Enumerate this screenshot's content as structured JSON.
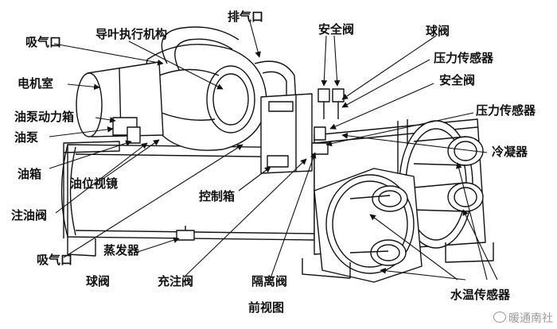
{
  "labels": {
    "intake_top": "吸气口",
    "motor_room": "电机室",
    "oil_pump_power_box": "油泵动力箱",
    "oil_pump": "油泵",
    "oil_tank": "油箱",
    "oil_fill_valve": "注油阀",
    "intake_bottom": "吸气口",
    "guide_vane_actuator": "导叶执行机构",
    "oil_sight_glass": "油位视镜",
    "exhaust_port": "排气口",
    "control_box": "控制箱",
    "evaporator": "蒸发器",
    "ball_valve_bottom": "球阀",
    "charging_valve": "充注阀",
    "isolation_valve": "隔离阀",
    "safety_valve_top": "安全阀",
    "ball_valve_top": "球阀",
    "pressure_sensor_top": "压力传感器",
    "safety_valve_right": "安全阀",
    "pressure_sensor_right": "压力传感器",
    "condenser": "冷凝器",
    "water_temp_sensor": "水温传感器"
  },
  "caption": "前视图",
  "watermark": "暖通南社",
  "colors": {
    "ink": "#111111",
    "background": "#ffffff",
    "watermark": "#9a9a9a"
  }
}
